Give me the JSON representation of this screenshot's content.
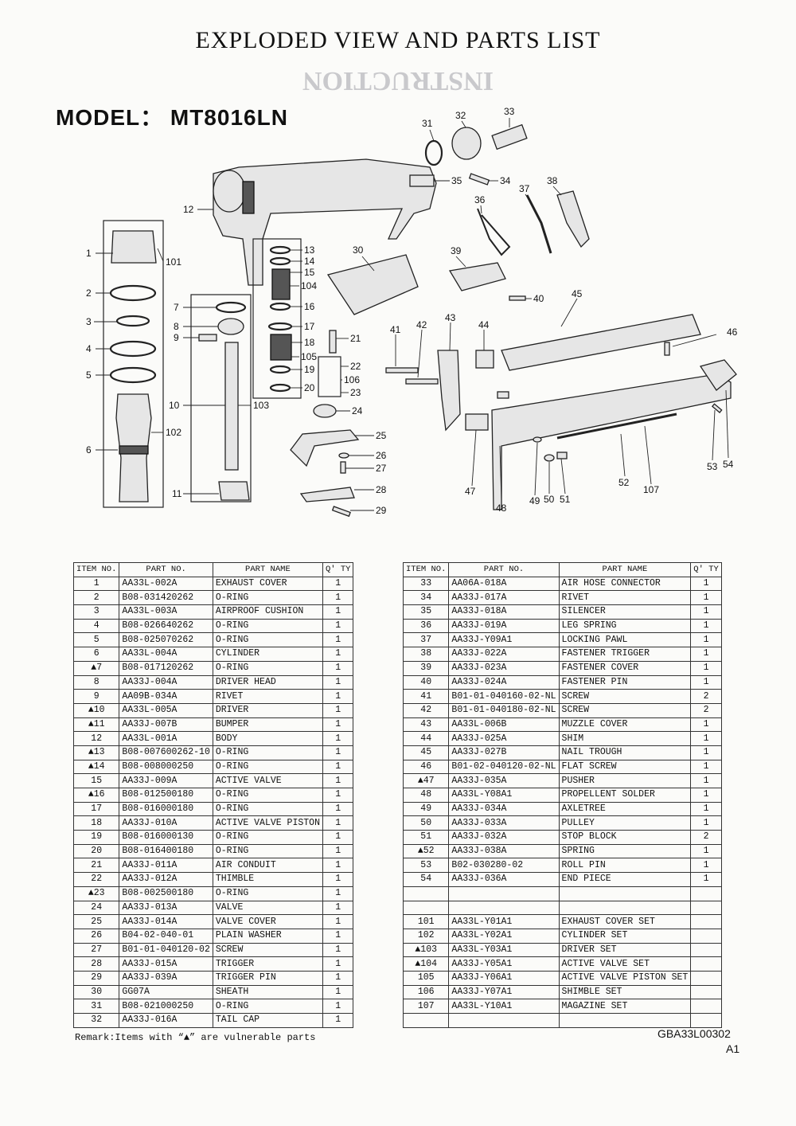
{
  "header": {
    "title": "EXPLODED VIEW AND PARTS LIST",
    "model": "MODEL： MT8016LN",
    "ghost_title": "INSTRUCTION"
  },
  "diagram": {
    "callouts": [
      "1",
      "2",
      "3",
      "4",
      "5",
      "6",
      "7",
      "8",
      "9",
      "10",
      "11",
      "12",
      "13",
      "14",
      "15",
      "16",
      "17",
      "18",
      "19",
      "20",
      "21",
      "22",
      "23",
      "24",
      "25",
      "26",
      "27",
      "28",
      "29",
      "30",
      "31",
      "32",
      "33",
      "34",
      "35",
      "36",
      "37",
      "38",
      "39",
      "40",
      "41",
      "42",
      "43",
      "44",
      "45",
      "46",
      "47",
      "48",
      "49",
      "50",
      "51",
      "52",
      "53",
      "54",
      "101",
      "102",
      "103",
      "104",
      "105",
      "106",
      "107"
    ]
  },
  "table": {
    "headers": [
      "ITEM NO.",
      "PART NO.",
      "PART NAME",
      "Q' TY"
    ],
    "left_rows": [
      [
        "1",
        "AA33L-002A",
        "EXHAUST COVER",
        "1"
      ],
      [
        "2",
        "B08-031420262",
        "O-RING",
        "1"
      ],
      [
        "3",
        "AA33L-003A",
        "AIRPROOF CUSHION",
        "1"
      ],
      [
        "4",
        "B08-026640262",
        "O-RING",
        "1"
      ],
      [
        "5",
        "B08-025070262",
        "O-RING",
        "1"
      ],
      [
        "6",
        "AA33L-004A",
        "CYLINDER",
        "1"
      ],
      [
        "▲7",
        "B08-017120262",
        "O-RING",
        "1"
      ],
      [
        "8",
        "AA33J-004A",
        "DRIVER HEAD",
        "1"
      ],
      [
        "9",
        "AA09B-034A",
        "RIVET",
        "1"
      ],
      [
        "▲10",
        "AA33L-005A",
        "DRIVER",
        "1"
      ],
      [
        "▲11",
        "AA33J-007B",
        "BUMPER",
        "1"
      ],
      [
        "12",
        "AA33L-001A",
        "BODY",
        "1"
      ],
      [
        "▲13",
        "B08-007600262-10",
        "O-RING",
        "1"
      ],
      [
        "▲14",
        "B08-008000250",
        "O-RING",
        "1"
      ],
      [
        "15",
        "AA33J-009A",
        "ACTIVE VALVE",
        "1"
      ],
      [
        "▲16",
        "B08-012500180",
        "O-RING",
        "1"
      ],
      [
        "17",
        "B08-016000180",
        "O-RING",
        "1"
      ],
      [
        "18",
        "AA33J-010A",
        "ACTIVE VALVE PISTON",
        "1"
      ],
      [
        "19",
        "B08-016000130",
        "O-RING",
        "1"
      ],
      [
        "20",
        "B08-016400180",
        "O-RING",
        "1"
      ],
      [
        "21",
        "AA33J-011A",
        "AIR CONDUIT",
        "1"
      ],
      [
        "22",
        "AA33J-012A",
        "THIMBLE",
        "1"
      ],
      [
        "▲23",
        "B08-002500180",
        "O-RING",
        "1"
      ],
      [
        "24",
        "AA33J-013A",
        "VALVE",
        "1"
      ],
      [
        "25",
        "AA33J-014A",
        "VALVE COVER",
        "1"
      ],
      [
        "26",
        "B04-02-040-01",
        "PLAIN WASHER",
        "1"
      ],
      [
        "27",
        "B01-01-040120-02",
        "SCREW",
        "1"
      ],
      [
        "28",
        "AA33J-015A",
        "TRIGGER",
        "1"
      ],
      [
        "29",
        "AA33J-039A",
        "TRIGGER PIN",
        "1"
      ],
      [
        "30",
        "GG07A",
        "SHEATH",
        "1"
      ],
      [
        "31",
        "B08-021000250",
        "O-RING",
        "1"
      ],
      [
        "32",
        "AA33J-016A",
        "TAIL CAP",
        "1"
      ]
    ],
    "right_rows": [
      [
        "33",
        "AA06A-018A",
        "AIR HOSE CONNECTOR",
        "1"
      ],
      [
        "34",
        "AA33J-017A",
        "RIVET",
        "1"
      ],
      [
        "35",
        "AA33J-018A",
        "SILENCER",
        "1"
      ],
      [
        "36",
        "AA33J-019A",
        "LEG SPRING",
        "1"
      ],
      [
        "37",
        "AA33J-Y09A1",
        "LOCKING PAWL",
        "1"
      ],
      [
        "38",
        "AA33J-022A",
        "FASTENER TRIGGER",
        "1"
      ],
      [
        "39",
        "AA33J-023A",
        "FASTENER COVER",
        "1"
      ],
      [
        "40",
        "AA33J-024A",
        "FASTENER PIN",
        "1"
      ],
      [
        "41",
        "B01-01-040160-02-NL",
        "SCREW",
        "2"
      ],
      [
        "42",
        "B01-01-040180-02-NL",
        "SCREW",
        "2"
      ],
      [
        "43",
        "AA33L-006B",
        "MUZZLE COVER",
        "1"
      ],
      [
        "44",
        "AA33J-025A",
        "SHIM",
        "1"
      ],
      [
        "45",
        "AA33J-027B",
        "NAIL TROUGH",
        "1"
      ],
      [
        "46",
        "B01-02-040120-02-NL",
        "FLAT SCREW",
        "1"
      ],
      [
        "▲47",
        "AA33J-035A",
        "PUSHER",
        "1"
      ],
      [
        "48",
        "AA33L-Y08A1",
        "PROPELLENT SOLDER",
        "1"
      ],
      [
        "49",
        "AA33J-034A",
        "AXLETREE",
        "1"
      ],
      [
        "50",
        "AA33J-033A",
        "PULLEY",
        "1"
      ],
      [
        "51",
        "AA33J-032A",
        "STOP BLOCK",
        "2"
      ],
      [
        "▲52",
        "AA33J-038A",
        "SPRING",
        "1"
      ],
      [
        "53",
        "B02-030280-02",
        "ROLL PIN",
        "1"
      ],
      [
        "54",
        "AA33J-036A",
        "END PIECE",
        "1"
      ],
      [
        "",
        "",
        "",
        ""
      ],
      [
        "",
        "",
        "",
        ""
      ],
      [
        "101",
        "AA33L-Y01A1",
        "EXHAUST COVER SET",
        ""
      ],
      [
        "102",
        "AA33L-Y02A1",
        "CYLINDER SET",
        ""
      ],
      [
        "▲103",
        "AA33L-Y03A1",
        "DRIVER SET",
        ""
      ],
      [
        "▲104",
        "AA33J-Y05A1",
        "ACTIVE VALVE SET",
        ""
      ],
      [
        "105",
        "AA33J-Y06A1",
        "ACTIVE VALVE PISTON SET",
        ""
      ],
      [
        "106",
        "AA33J-Y07A1",
        "SHIMBLE SET",
        ""
      ],
      [
        "107",
        "AA33L-Y10A1",
        "MAGAZINE SET",
        ""
      ],
      [
        "",
        "",
        "",
        ""
      ]
    ]
  },
  "footer": {
    "remark": "Remark:Items with “▲” are vulnerable parts",
    "doc_number": "GBA33L00302",
    "revision": "A1"
  }
}
